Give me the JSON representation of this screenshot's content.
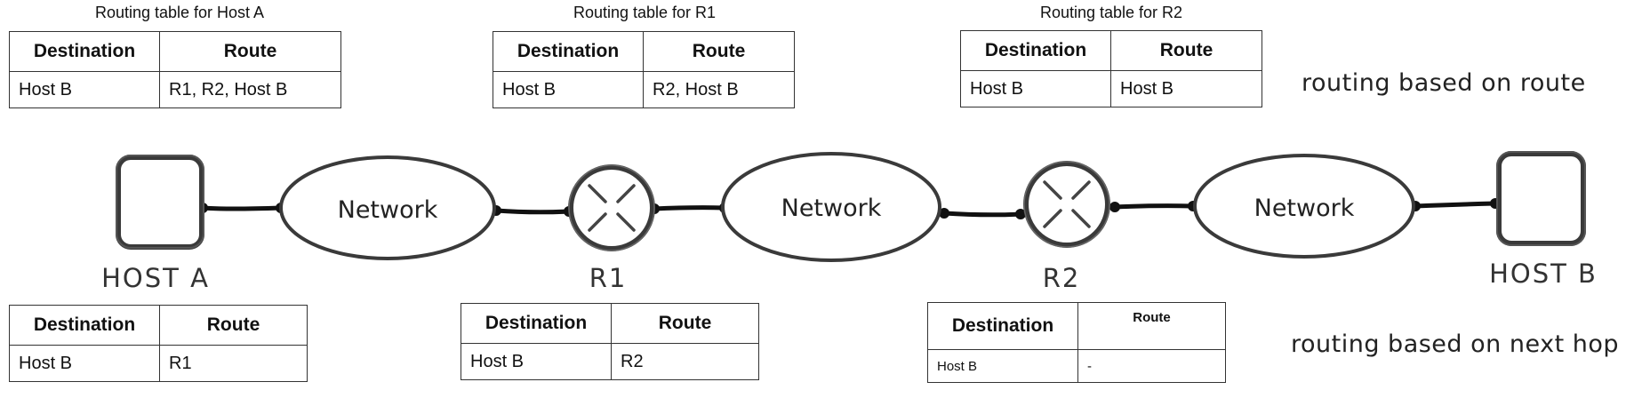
{
  "route_tables": [
    {
      "caption": "Routing table for Host A",
      "header": {
        "destination": "Destination",
        "route": "Route"
      },
      "row": {
        "destination": "Host B",
        "route": "R1, R2, Host B"
      }
    },
    {
      "caption": "Routing table for R1",
      "header": {
        "destination": "Destination",
        "route": "Route"
      },
      "row": {
        "destination": "Host B",
        "route": "R2, Host B"
      }
    },
    {
      "caption": "Routing table for R2",
      "header": {
        "destination": "Destination",
        "route": "Route"
      },
      "row": {
        "destination": "Host B",
        "route": "Host B"
      }
    }
  ],
  "next_hop_tables": [
    {
      "header": {
        "destination": "Destination",
        "route": "Route"
      },
      "row": {
        "destination": "Host B",
        "route": "R1"
      }
    },
    {
      "header": {
        "destination": "Destination",
        "route": "Route"
      },
      "row": {
        "destination": "Host B",
        "route": "R2"
      }
    },
    {
      "header": {
        "destination": "Destination",
        "route": "Route"
      },
      "row": {
        "destination": "Host B",
        "route": "-"
      }
    }
  ],
  "notes": {
    "route_based": "routing based on route",
    "next_hop_based": "routing based on next hop"
  },
  "nodes": {
    "host_a": "HOST A",
    "r1": "R1",
    "r2": "R2",
    "host_b": "HOST B",
    "network": "Network"
  },
  "colors": {
    "stroke": "#3a3a3a",
    "link": "#111111",
    "text": "#111111"
  }
}
